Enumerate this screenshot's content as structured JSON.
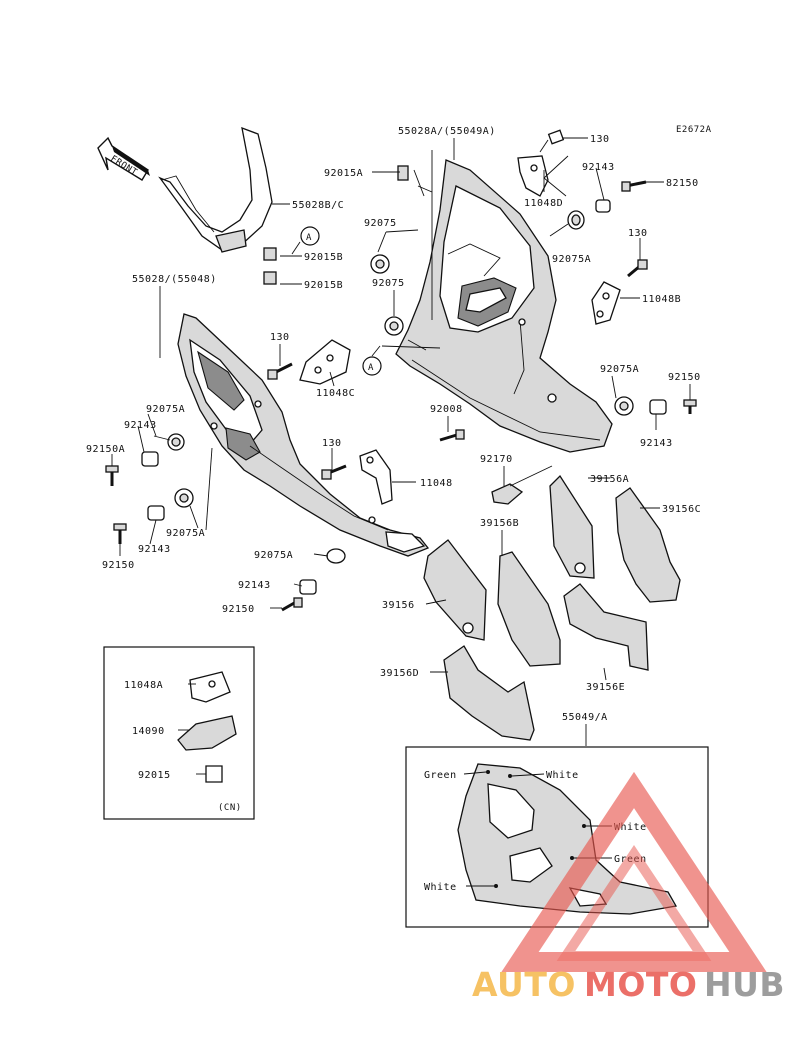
{
  "diagram_code": "E2672A",
  "front_label": "FRONT",
  "callout_letter": "A",
  "part_labels": {
    "p55028A": "55028A/(55049A)",
    "p130_top": "130",
    "p92015A": "92015A",
    "p92143_top": "92143",
    "p82150": "82150",
    "p11048D": "11048D",
    "p55028B": "55028B/C",
    "p92075_1": "92075",
    "p92075A_1": "92075A",
    "p130_r": "130",
    "p92015B_1": "92015B",
    "p92015B_2": "92015B",
    "p92075_2": "92075",
    "p11048B": "11048B",
    "p55028": "55028/(55048)",
    "p130_m": "130",
    "p11048C": "11048C",
    "p92075A_2": "92075A",
    "p92150": "92150",
    "p92075A_3": "92075A",
    "p92143_2": "92143",
    "p92143_3": "92143",
    "p92150A": "92150A",
    "p92008": "92008",
    "p130_b": "130",
    "p11048": "11048",
    "p92170": "92170",
    "p39156A": "39156A",
    "p39156C": "39156C",
    "p92075A_4": "92075A",
    "p39156B": "39156B",
    "p92143_4": "92143",
    "p92150_2": "92150",
    "p92075A_5": "92075A",
    "p92143_5": "92143",
    "p92150_3": "92150",
    "p39156": "39156",
    "p39156D": "39156D",
    "p39156E": "39156E",
    "p55049A": "55049/A"
  },
  "inset_ca": {
    "p11048A": "11048A",
    "p14090": "14090",
    "p92015": "92015",
    "region": "(CN)"
  },
  "inset_colors": {
    "green_1": "Green",
    "white_1": "White",
    "white_2": "White",
    "green_2": "Green",
    "white_3": "White"
  },
  "watermark": {
    "part1": "AUTO",
    "part2": "MOTO",
    "part3": "HUB",
    "color_orange": "#f5b84a",
    "color_red": "#e8574e",
    "color_grey": "#8d8d8d"
  }
}
